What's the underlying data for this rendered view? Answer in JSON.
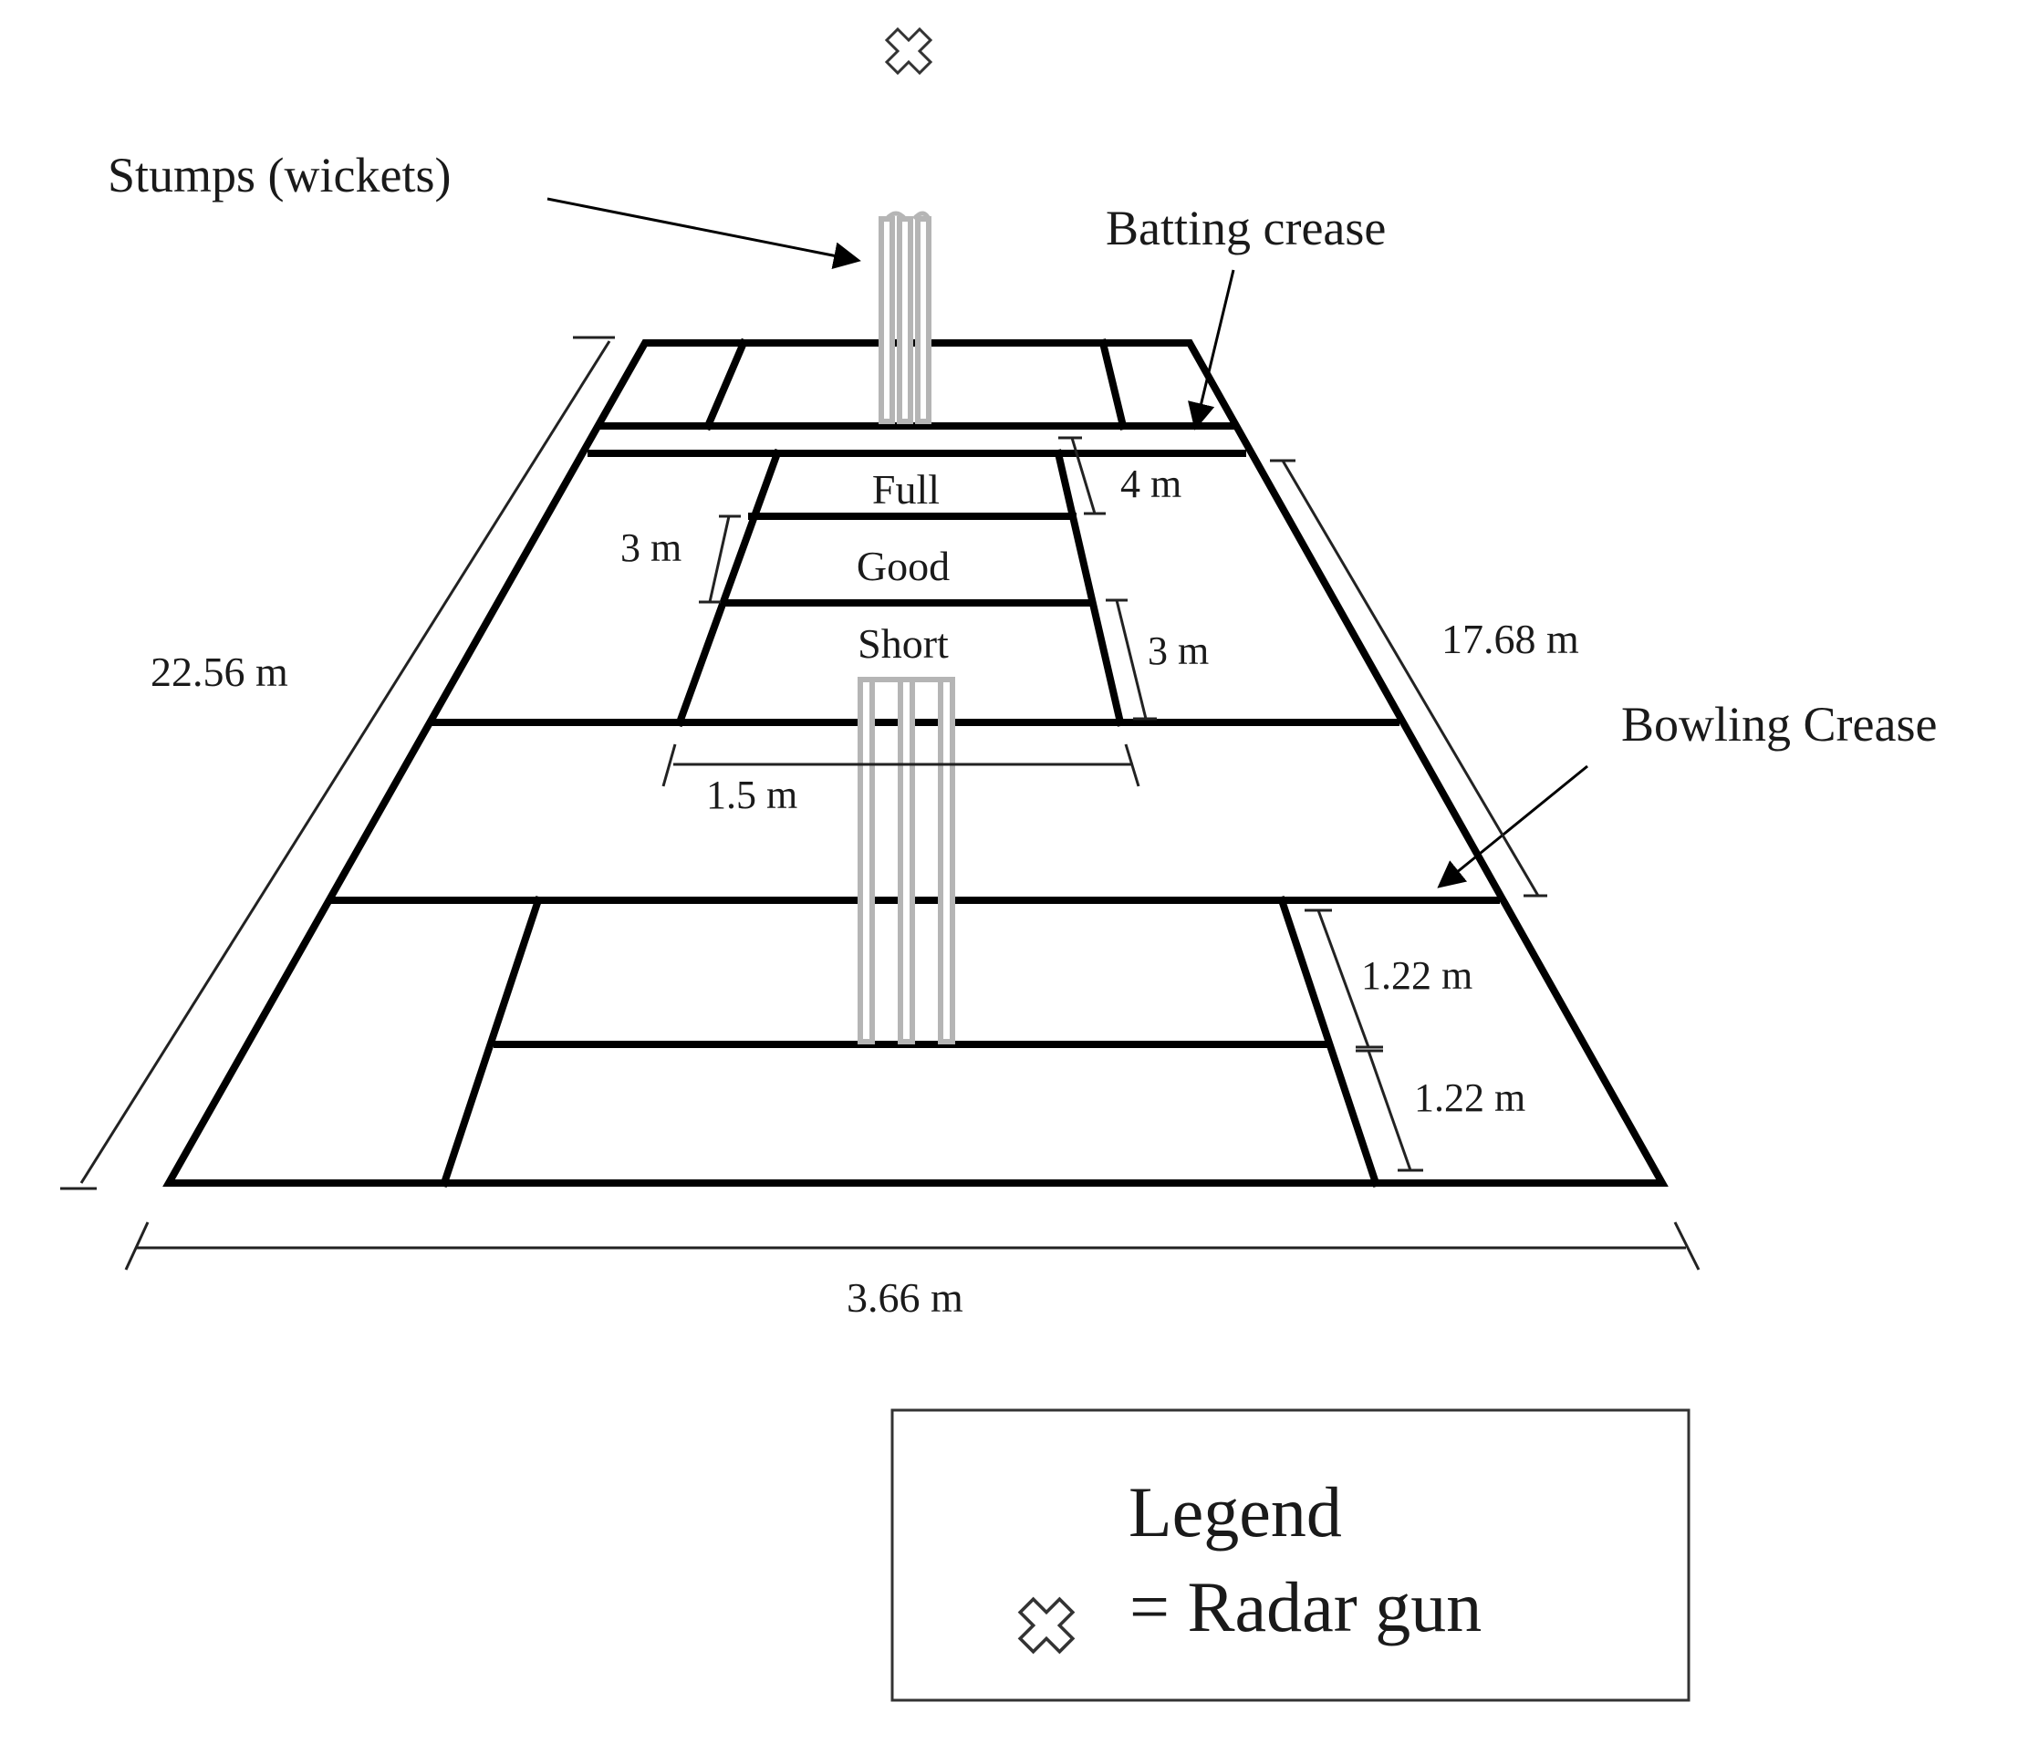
{
  "labels": {
    "stumps": "Stumps (wickets)",
    "batting_crease": "Batting crease",
    "bowling_crease": "Bowling Crease",
    "zone_full": "Full",
    "zone_good": "Good",
    "zone_short": "Short",
    "dim_4m": "4 m",
    "dim_3m_left": "3 m",
    "dim_3m_right": "3 m",
    "dim_1_5m": "1.5 m",
    "dim_length": "22.56 m",
    "dim_17_68m": "17.68 m",
    "dim_1_22m_upper": "1.22 m",
    "dim_1_22m_lower": "1.22 m",
    "dim_width": "3.66 m"
  },
  "legend": {
    "title": "Legend",
    "entry": "= Radar gun",
    "symbol_icon": "radar-gun-icon"
  },
  "colors": {
    "pitch_lines": "#000000",
    "stumps": "#b5b5b5",
    "background": "#ffffff"
  }
}
